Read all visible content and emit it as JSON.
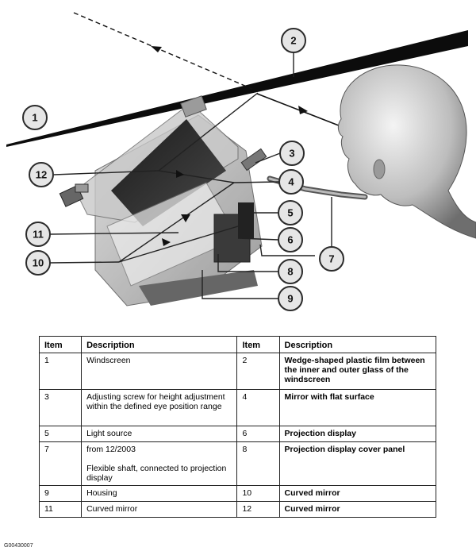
{
  "callouts": [
    "1",
    "2",
    "3",
    "4",
    "5",
    "6",
    "7",
    "8",
    "9",
    "10",
    "11",
    "12"
  ],
  "table": {
    "headers": [
      "Item",
      "Description",
      "Item",
      "Description"
    ],
    "rows": [
      {
        "item1": "1",
        "desc1": "Windscreen",
        "item2": "2",
        "desc2": "Wedge-shaped plastic film between the inner and outer glass of the windscreen"
      },
      {
        "item1": "3",
        "desc1": "Adjusting screw for height adjustment within the defined eye position range",
        "item2": "4",
        "desc2": "Mirror with flat surface"
      },
      {
        "item1": "5",
        "desc1": "Light source",
        "item2": "6",
        "desc2": "Projection display"
      },
      {
        "item1": "7",
        "desc1": "from 12/2003\n\nFlexible shaft, connected to projection display",
        "item2": "8",
        "desc2": "Projection display cover panel"
      },
      {
        "item1": "9",
        "desc1": "Housing",
        "item2": "10",
        "desc2": "Curved mirror"
      },
      {
        "item1": "11",
        "desc1": "Curved mirror",
        "item2": "12",
        "desc2": "Curved mirror"
      }
    ]
  },
  "figure_code": "G00430007"
}
